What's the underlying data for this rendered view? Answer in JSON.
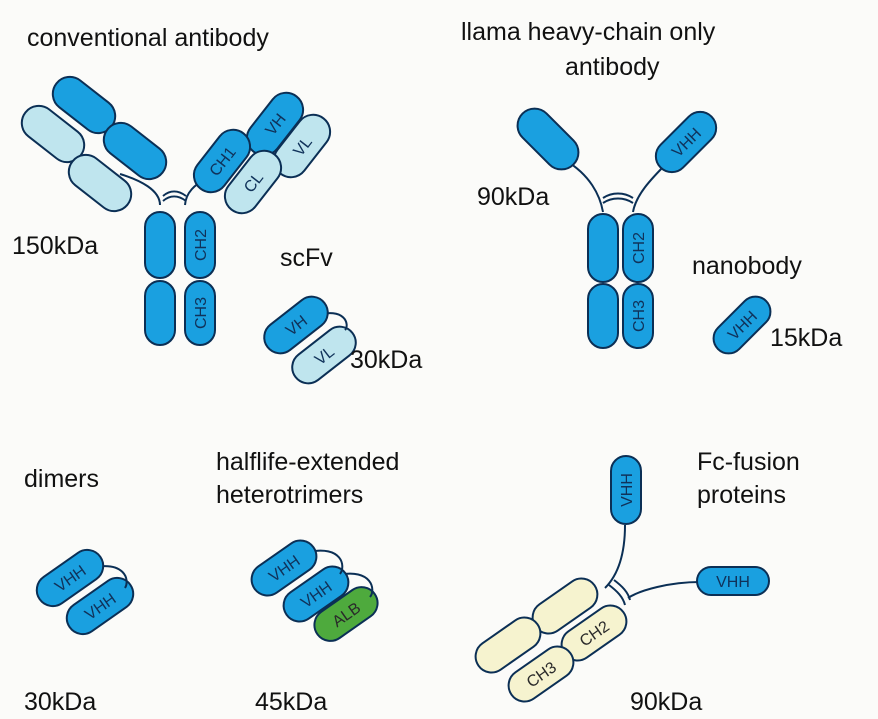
{
  "labels": {
    "conventional": "conventional antibody",
    "llama_line1": "llama heavy-chain only",
    "llama_line2": "antibody",
    "kda_150": "150kDa",
    "scfv": "scFv",
    "kda_30_scfv": "30kDa",
    "kda_90_llama": "90kDa",
    "nanobody": "nanobody",
    "kda_15": "15kDa",
    "dimers": "dimers",
    "halflife_line1": "halflife-extended",
    "halflife_line2": "heterotrimers",
    "fc_line1": "Fc-fusion",
    "fc_line2": "proteins",
    "kda_30_dimers": "30kDa",
    "kda_45": "45kDa",
    "kda_90_fc": "90kDa"
  },
  "domains": {
    "ch1": "CH1",
    "vh": "VH",
    "cl": "CL",
    "vl": "VL",
    "ch2": "CH2",
    "ch3": "CH3",
    "vhh": "VHH",
    "alb": "ALB"
  },
  "colors": {
    "heavy_domain": "#1aa0e0",
    "light_domain": "#bfe5ee",
    "fc_domain": "#f6f3cf",
    "albumin_domain": "#4eaa3d",
    "outline": "#0b2f55"
  }
}
